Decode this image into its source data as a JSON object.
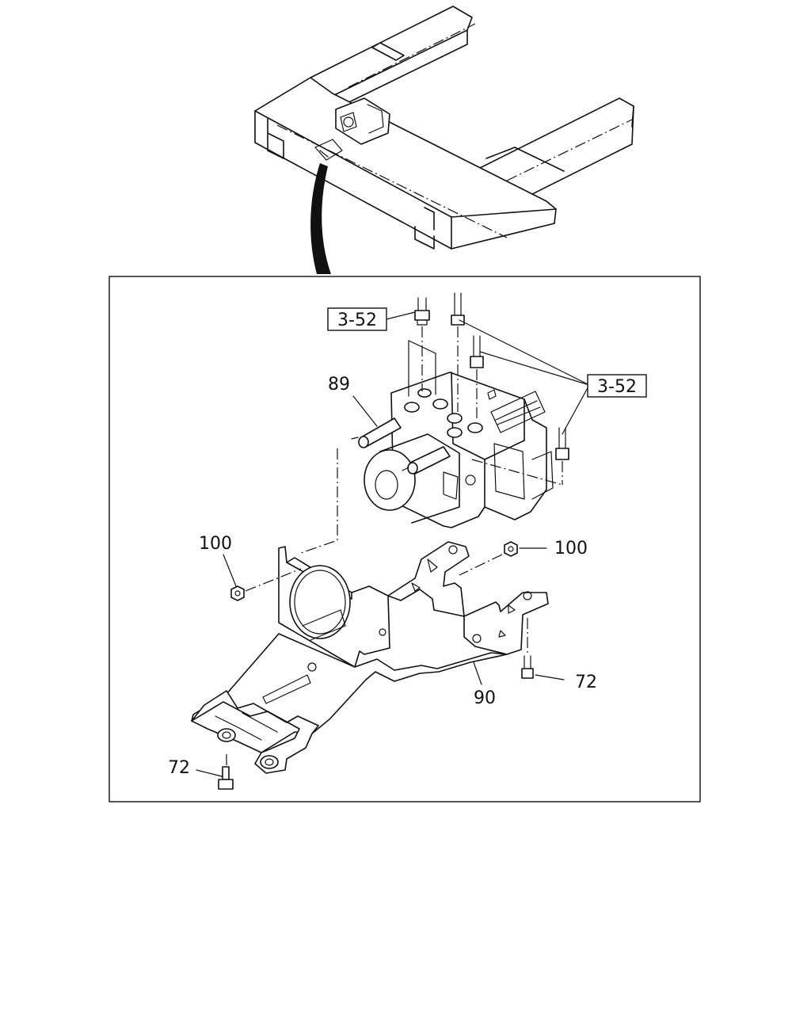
{
  "callouts": {
    "ref_top_left": "3-52",
    "ref_right": "3-52",
    "part_89": "89",
    "part_100_left": "100",
    "part_100_right": "100",
    "part_90": "90",
    "part_72_right": "72",
    "part_72_left": "72"
  }
}
